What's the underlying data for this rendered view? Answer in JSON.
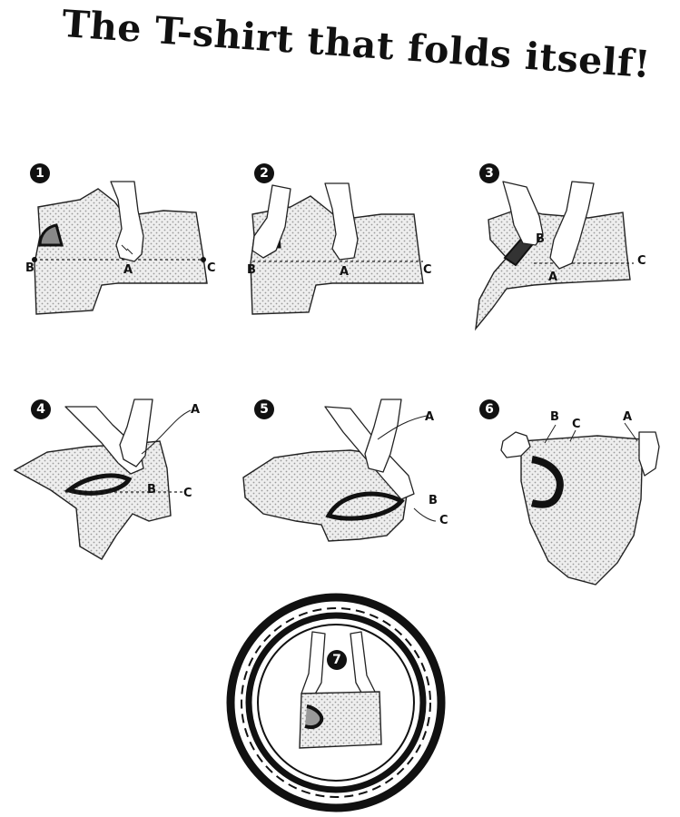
{
  "title": "The T-shirt that folds itself!",
  "steps": [
    {
      "number": "1",
      "labels": {
        "b": "B",
        "a": "A",
        "c": "C"
      }
    },
    {
      "number": "2",
      "labels": {
        "b": "B",
        "a": "A",
        "c": "C"
      }
    },
    {
      "number": "3",
      "labels": {
        "b": "B",
        "a": "A",
        "c": "C"
      }
    },
    {
      "number": "4",
      "labels": {
        "a": "A",
        "b": "B",
        "c": "C"
      }
    },
    {
      "number": "5",
      "labels": {
        "a": "A",
        "b": "B",
        "c": "C"
      }
    },
    {
      "number": "6",
      "labels": {
        "b": "B",
        "c": "C",
        "a": "A"
      }
    },
    {
      "number": "7",
      "labels": {}
    }
  ]
}
